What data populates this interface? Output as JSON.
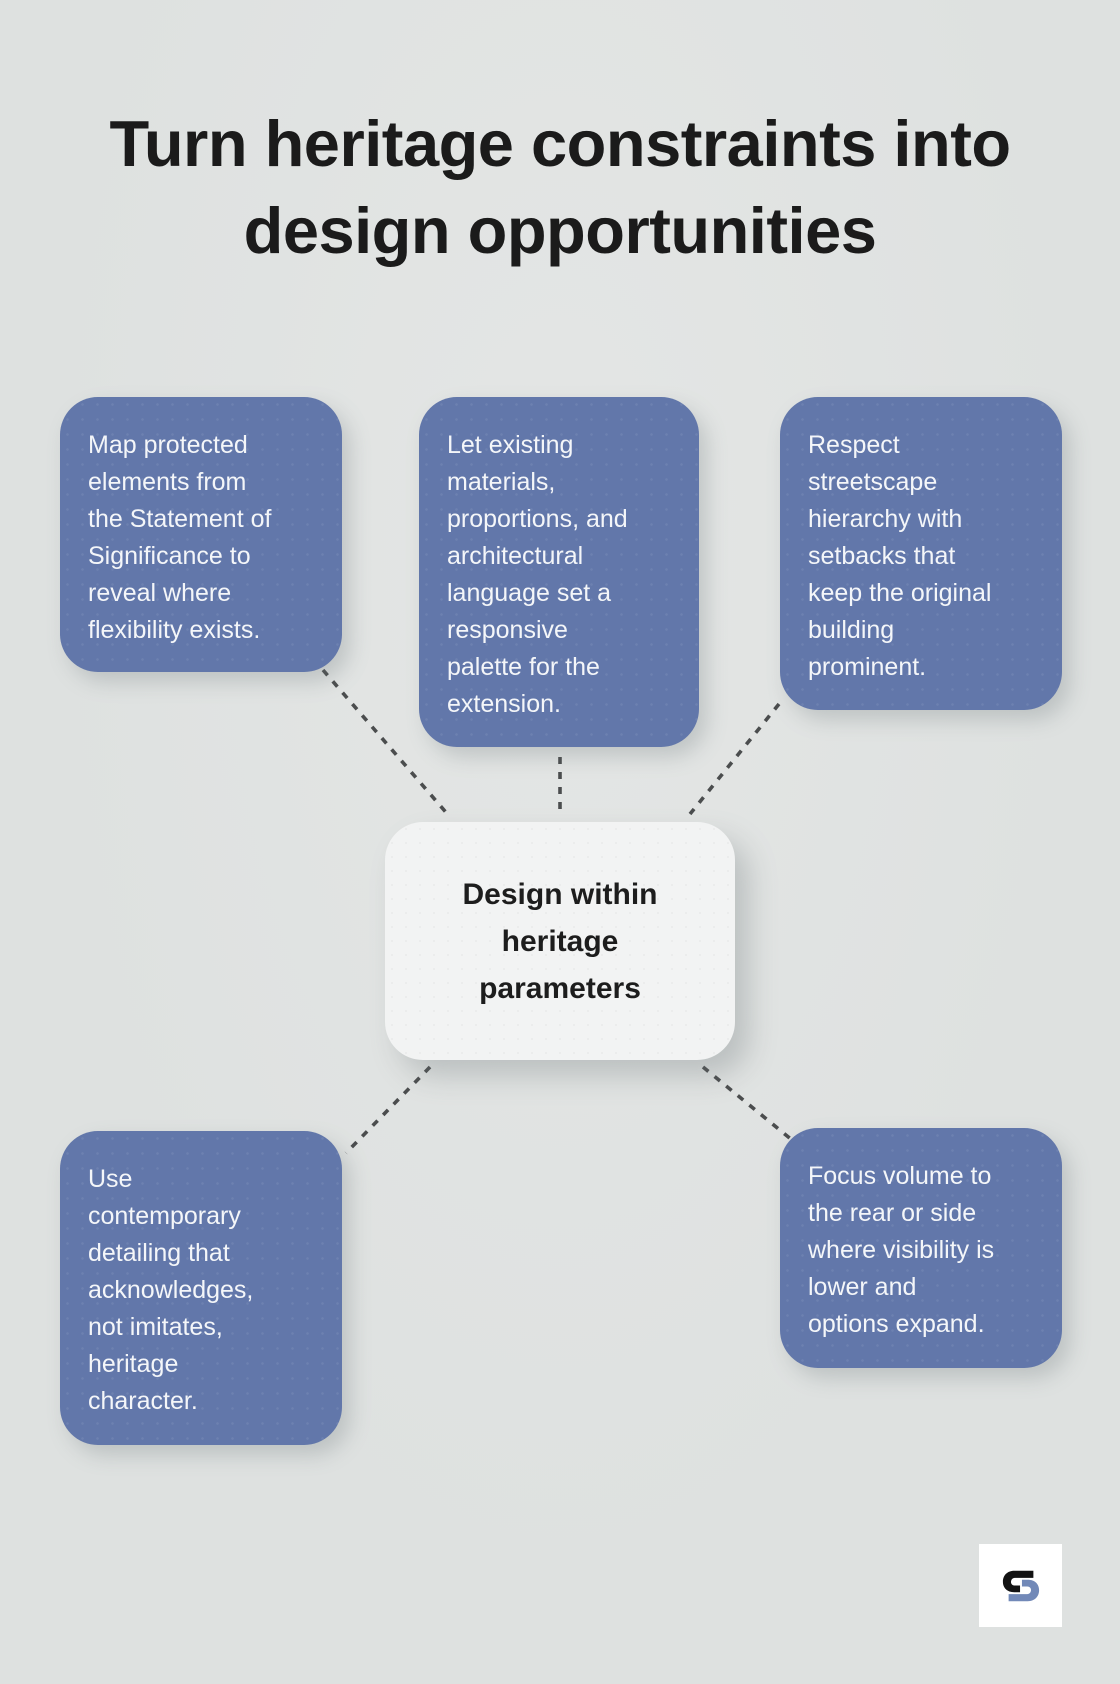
{
  "title": "Turn heritage constraints into\ndesign opportunities",
  "center": {
    "label": "Design within\nheritage\nparameters"
  },
  "nodes": [
    {
      "id": "map-protected-elements",
      "text": "Map protected\nelements from\nthe Statement of\nSignificance to\nreveal where\nflexibility exists."
    },
    {
      "id": "existing-materials",
      "text": "Let existing\nmaterials,\nproportions, and\narchitectural\nlanguage set a\nresponsive\npalette for the\nextension."
    },
    {
      "id": "streetscape-hierarchy",
      "text": "Respect\nstreetscape\nhierarchy with\nsetbacks that\nkeep the original\nbuilding\nprominent."
    },
    {
      "id": "contemporary-detailing",
      "text": "Use\ncontemporary\ndetailing that\nacknowledges,\nnot imitates,\nheritage\ncharacter."
    },
    {
      "id": "focus-volume",
      "text": "Focus volume to\nthe rear or side\nwhere visibility is\nlower and\noptions expand."
    }
  ],
  "connections": [
    {
      "from": "map-protected-elements",
      "to": "center"
    },
    {
      "from": "existing-materials",
      "to": "center"
    },
    {
      "from": "streetscape-hierarchy",
      "to": "center"
    },
    {
      "from": "center",
      "to": "contemporary-detailing"
    },
    {
      "from": "center",
      "to": "focus-volume"
    }
  ],
  "logo": {
    "icon": "s-monogram-logo-icon"
  },
  "colors": {
    "background": "#dfe1e0",
    "node_fill": "#6277aa",
    "node_text": "#f4f6f9",
    "center_fill": "#f2f3f3",
    "center_text": "#1d1d1d",
    "title_text": "#1b1b1b",
    "connector": "#4b4d4e",
    "logo_black": "#121212",
    "logo_blue": "#7289b8"
  }
}
